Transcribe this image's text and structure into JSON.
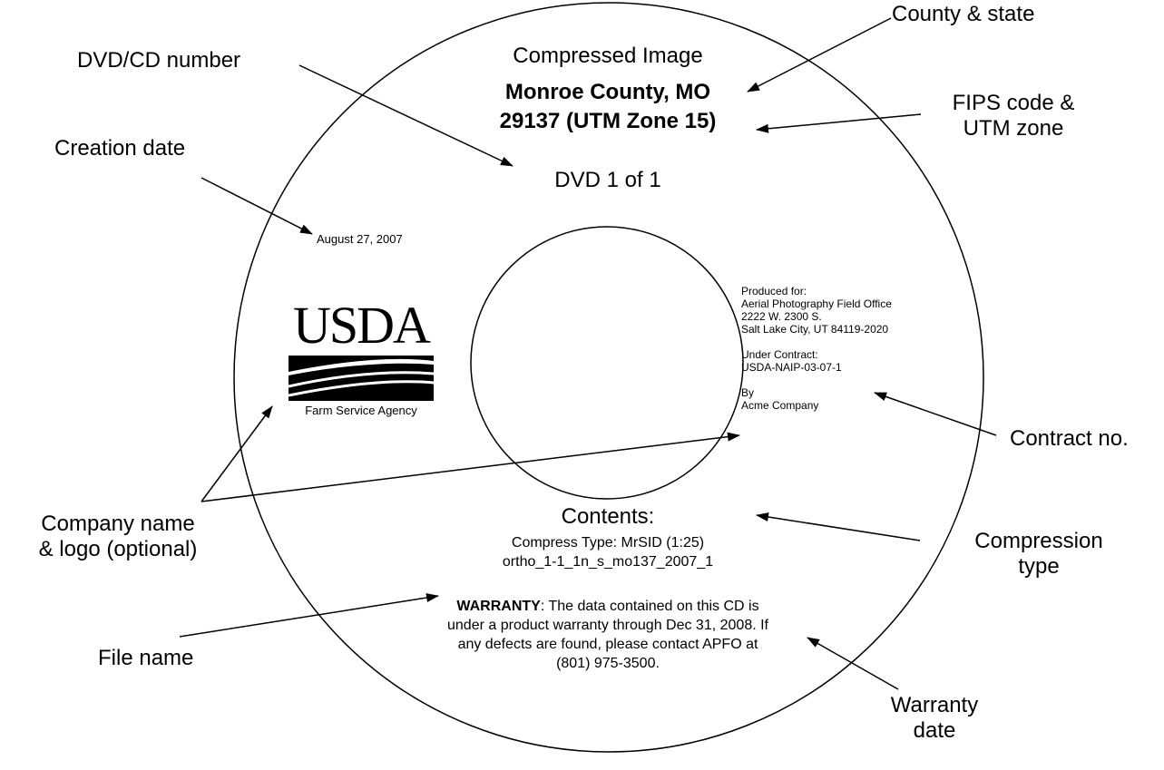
{
  "disc": {
    "title_line1": "Compressed Image",
    "title_line2": "Monroe County, MO",
    "title_line3": "29137 (UTM Zone 15)",
    "disc_number": "DVD 1 of 1",
    "creation_date": "August 27, 2007",
    "logo_text": "USDA",
    "logo_agency": "Farm Service Agency",
    "produced_for_label": "Produced for:",
    "produced_for_lines": [
      "Aerial Photography Field Office",
      "2222 W. 2300 S.",
      "Salt Lake City, UT 84119-2020"
    ],
    "contract_label": "Under Contract:",
    "contract_number": "USDA-NAIP-03-07-1",
    "by_label": "By",
    "company": "Acme Company",
    "contents_title": "Contents:",
    "compress_type": "Compress Type: MrSID (1:25)",
    "file_name": "ortho_1-1_1n_s_mo137_2007_1",
    "warranty_heading": "WARRANTY",
    "warranty_line1_rest": ":  The data contained on this CD is",
    "warranty_line2": "under a product warranty through Dec 31, 2008.  If",
    "warranty_line3": "any defects are found, please contact APFO at",
    "warranty_line4": "(801) 975-3500."
  },
  "annotations": {
    "dvd_cd_number": "DVD/CD number",
    "county_state": "County & state",
    "fips_line1": "FIPS code &",
    "fips_line2": "UTM zone",
    "creation_date": "Creation date",
    "contract_no": "Contract no.",
    "company_line1": "Company name",
    "company_line2": "& logo (optional)",
    "compression_line1": "Compression",
    "compression_line2": "type",
    "file_name": "File name",
    "warranty_line1": "Warranty",
    "warranty_line2": "date"
  },
  "colors": {
    "ink": "#000000",
    "background": "#ffffff"
  }
}
